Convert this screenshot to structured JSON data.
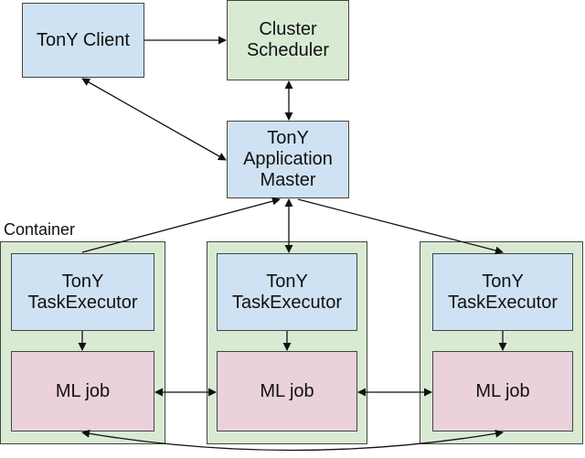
{
  "nodes": {
    "client": "TonY Client",
    "scheduler": "Cluster\nScheduler",
    "master": "TonY\nApplication\nMaster",
    "container_label": "Container",
    "executor": "TonY\nTaskExecutor",
    "ml_job": "ML job"
  },
  "colors": {
    "tony": "#cfe2f3",
    "scheduler": "#d9ead3",
    "container": "#d9ead3",
    "ml_job": "#ead1dc"
  }
}
